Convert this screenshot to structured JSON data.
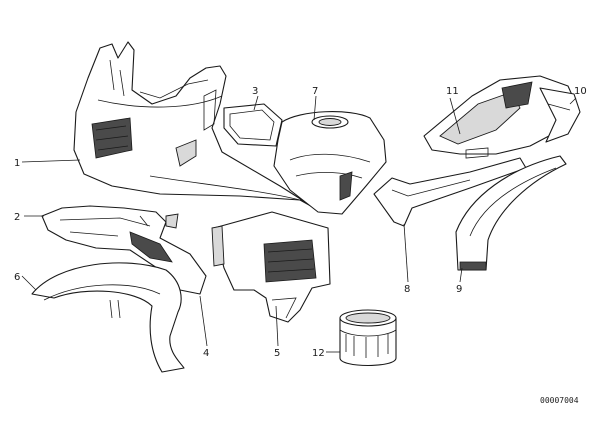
{
  "callouts": {
    "c1": "1",
    "c2": "2",
    "c3": "3",
    "c4": "4",
    "c5": "5",
    "c6": "6",
    "c7": "7",
    "c8": "8",
    "c9": "9",
    "c10": "10",
    "c11": "11",
    "c12": "12"
  },
  "drawing_number": "00007004"
}
